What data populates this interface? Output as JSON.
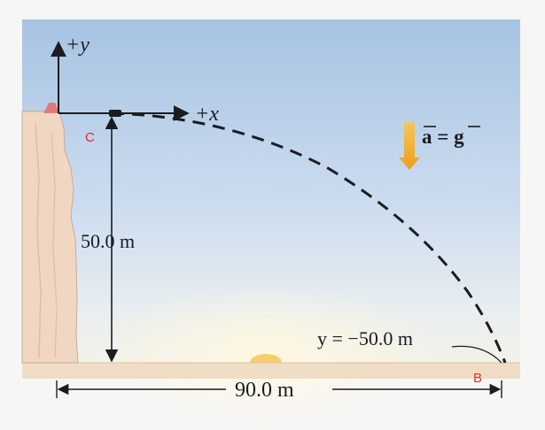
{
  "figure": {
    "y_axis_label": "+y",
    "x_axis_label": "+x",
    "launch_point_label": "C",
    "landing_point_label": "B",
    "height_label": "50.0 m",
    "range_label": "90.0 m",
    "landing_y_label": "y = −50.0 m",
    "acceleration_label": "a = g"
  },
  "colors": {
    "sky_top": "#a7c3e2",
    "sky_bottom": "#eff3ec",
    "ground": "#f0ddc6",
    "cliff": "#f1d7c1",
    "point_label": "#e0302a",
    "arrow": "#f2b22f",
    "ink": "#1a1c20"
  }
}
